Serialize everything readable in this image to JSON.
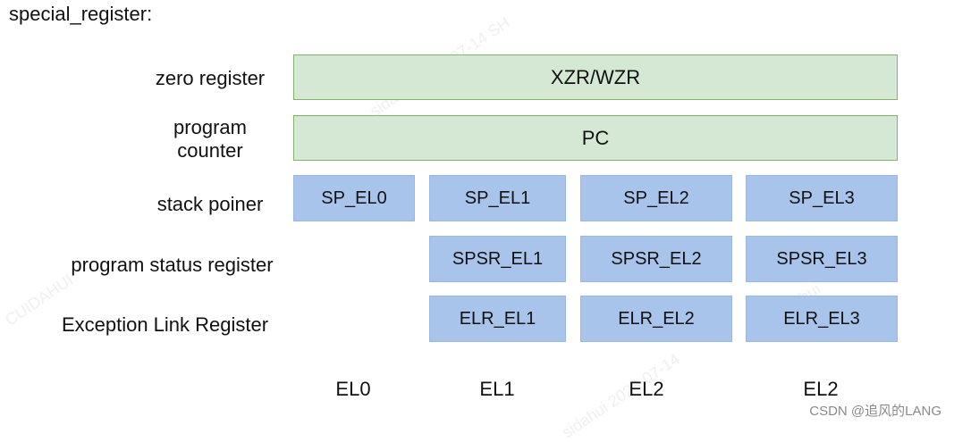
{
  "heading": "special_register:",
  "rows": {
    "zero": {
      "label": "zero register",
      "box": "XZR/WZR"
    },
    "pc": {
      "label_line1": "program",
      "label_line2": "counter",
      "box": "PC"
    },
    "sp": {
      "label": "stack poiner",
      "boxes": [
        "SP_EL0",
        "SP_EL1",
        "SP_EL2",
        "SP_EL3"
      ]
    },
    "spsr": {
      "label": "program status register",
      "boxes": [
        "SPSR_EL1",
        "SPSR_EL2",
        "SPSR_EL3"
      ]
    },
    "elr": {
      "label": "Exception Link Register",
      "boxes": [
        "ELR_EL1",
        "ELR_EL2",
        "ELR_EL3"
      ]
    }
  },
  "el_labels": [
    "EL0",
    "EL1",
    "EL2",
    "EL2"
  ],
  "watermark": {
    "lines": [
      "sidahui 2023-07-14 SH",
      "CUIDAHUI",
      "sidahui 2023-07-14",
      "idahui"
    ]
  },
  "credit": "CSDN @追风的LANG",
  "colors": {
    "green_fill": "#d5e8d4",
    "green_border": "#82b366",
    "blue_fill": "#a9c4eb"
  }
}
